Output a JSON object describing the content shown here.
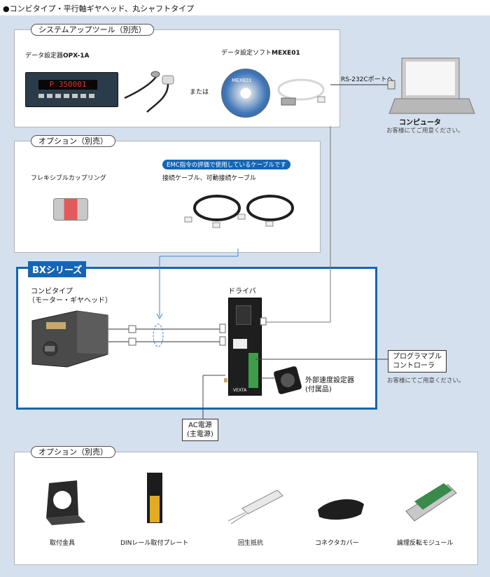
{
  "header": {
    "title": "●コンビタイプ・平行軸ギヤヘッド、丸シャフトタイプ",
    "bullet_color": "#1565b5"
  },
  "setup_tools": {
    "pill": "システムアップツール（別売）",
    "opx_label_prefix": "データ設定器",
    "opx_label_model": "OPX-1A",
    "opx_display": "P  350001",
    "or_text": "または",
    "mexe_label_prefix": "データ設定ソフト",
    "mexe_label_model": "MEXE01",
    "cd_label": "MEXE01"
  },
  "computer": {
    "rs232_label": "RS-232Cポートへ",
    "name": "コンピュータ",
    "note": "お客様にてご用意ください。"
  },
  "options_top": {
    "pill": "オプション（別売）",
    "coupling": "フレキシブルカップリング",
    "emc_badge": "EMC指令の評価で使用しているケーブルです",
    "cables": "接続ケーブル、可動接続ケーブル"
  },
  "bx": {
    "tag": "BXシリーズ",
    "combi_line1": "コンビタイプ",
    "combi_line2": "（モーター・ギヤヘッド）",
    "driver": "ドライバ",
    "driver_brand": "VEXTA",
    "speed_setter_line1": "外部速度設定器",
    "speed_setter_line2": "(付属品)",
    "accent": "#1565b5"
  },
  "plc": {
    "line1": "プログラマブル",
    "line2": "コントローラ",
    "note": "お客様にてご用意ください。"
  },
  "ac": {
    "line1": "AC電源",
    "line2": "(主電源)"
  },
  "options_bottom": {
    "pill": "オプション（別売）",
    "items": [
      {
        "name": "取付金具"
      },
      {
        "name": "DINレール取付プレート"
      },
      {
        "name": "回生抵抗"
      },
      {
        "name": "コネクタカバー"
      },
      {
        "name": "論理反転モジュール"
      }
    ]
  }
}
